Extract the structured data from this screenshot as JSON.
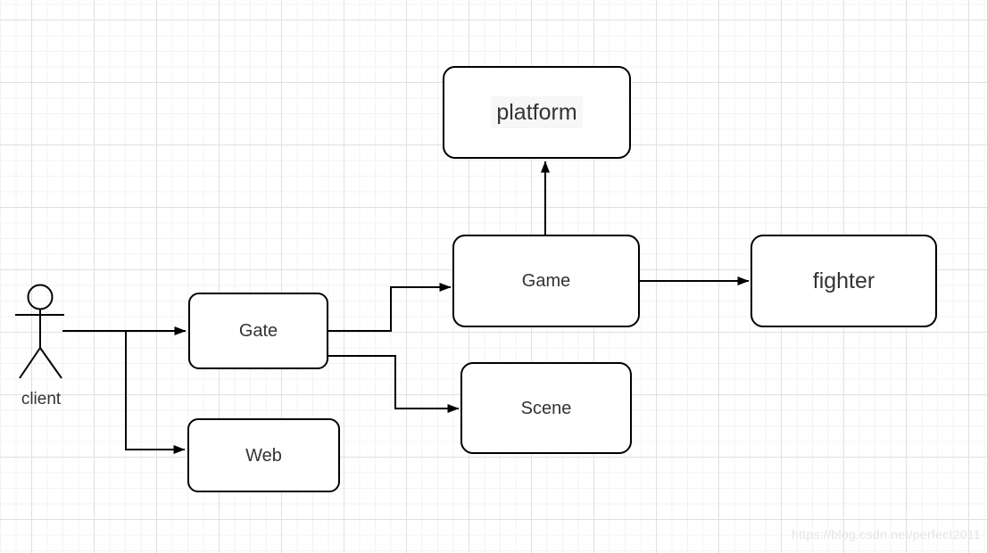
{
  "canvas": {
    "background_color": "#ffffff",
    "grid_minor_color": "#f3f3f3",
    "grid_major_color": "#e0e0e0",
    "stroke_color": "#000000",
    "label_color": "#333333"
  },
  "actor": {
    "icon": "stick-figure-person-icon",
    "label": "client"
  },
  "nodes": {
    "platform": {
      "label": "platform"
    },
    "game": {
      "label": "Game"
    },
    "fighter": {
      "label": "fighter"
    },
    "gate": {
      "label": "Gate"
    },
    "scene": {
      "label": "Scene"
    },
    "web": {
      "label": "Web"
    }
  },
  "edges": [
    {
      "from": "client",
      "to": "Gate"
    },
    {
      "from": "client",
      "to": "Web"
    },
    {
      "from": "Gate",
      "to": "Game"
    },
    {
      "from": "Gate",
      "to": "Scene"
    },
    {
      "from": "Game",
      "to": "platform"
    },
    {
      "from": "Game",
      "to": "fighter"
    }
  ],
  "watermark": {
    "text": "https://blog.csdn.net/perfect2011",
    "color": "#e5e5e5"
  }
}
